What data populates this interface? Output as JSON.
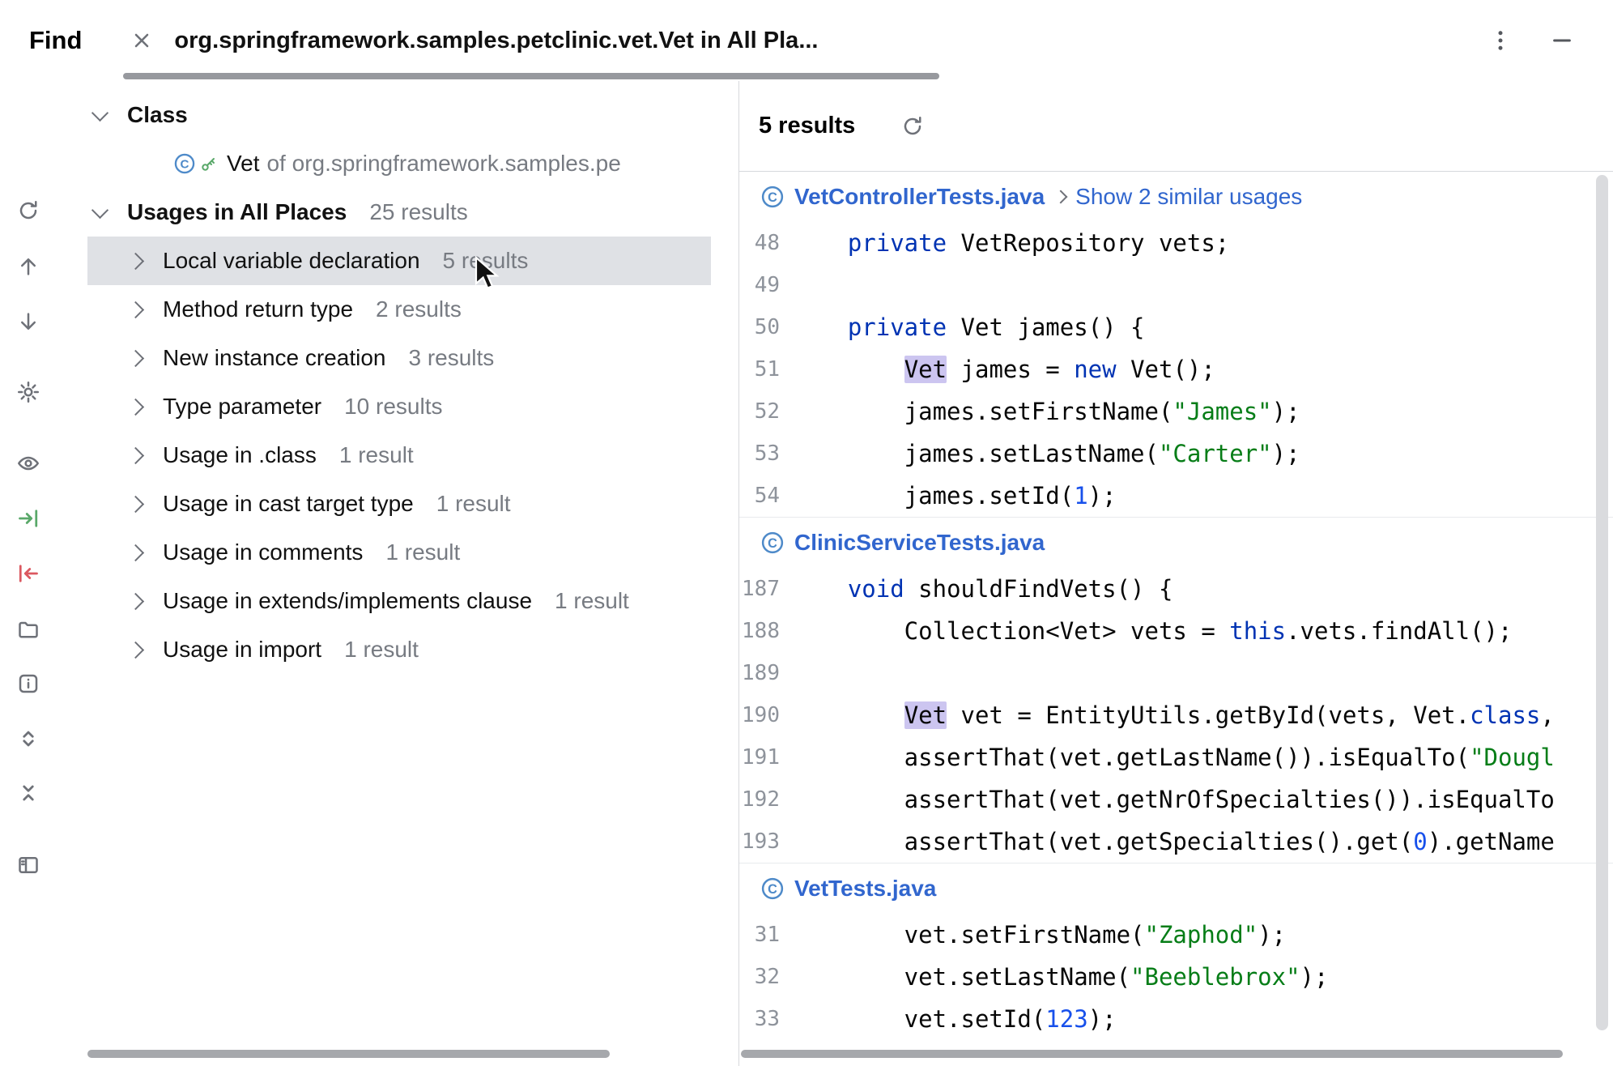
{
  "header": {
    "app_label": "Find",
    "tab_title": "org.springframework.samples.petclinic.vet.Vet in All Pla...",
    "icons": [
      "close-tab-icon",
      "more-options-icon",
      "minimize-icon"
    ]
  },
  "toolbar": {
    "icons": [
      "rerun-icon",
      "previous-occurrence-icon",
      "next-occurrence-icon",
      "settings-gear-icon",
      "preview-usages-eye-icon",
      "autoscroll-to-source-icon",
      "autoscroll-from-source-icon",
      "group-by-directory-icon",
      "show-usage-info-icon",
      "expand-all-icon",
      "collapse-all-icon",
      "dock-options-icon"
    ]
  },
  "tree": {
    "class_group_label": "Class",
    "class_item": {
      "name": "Vet",
      "qualifier": "of org.springframework.samples.pe",
      "icons": [
        "class-icon",
        "key-icon"
      ]
    },
    "usages_group_label": "Usages in All Places",
    "usages_group_count": "25 results",
    "items": [
      {
        "label": "Local variable declaration",
        "count": "5 results",
        "selected": true
      },
      {
        "label": "Method return type",
        "count": "2 results",
        "selected": false
      },
      {
        "label": "New instance creation",
        "count": "3 results",
        "selected": false
      },
      {
        "label": "Type parameter",
        "count": "10 results",
        "selected": false
      },
      {
        "label": "Usage in .class",
        "count": "1 result",
        "selected": false
      },
      {
        "label": "Usage in cast target type",
        "count": "1 result",
        "selected": false
      },
      {
        "label": "Usage in comments",
        "count": "1 result",
        "selected": false
      },
      {
        "label": "Usage in extends/implements clause",
        "count": "1 result",
        "selected": false
      },
      {
        "label": "Usage in import",
        "count": "1 result",
        "selected": false
      }
    ]
  },
  "preview": {
    "results_label": "5 results",
    "sections": [
      {
        "file": "VetControllerTests.java",
        "similar_link": "Show 2 similar usages",
        "lines": [
          {
            "num": "48",
            "segments": [
              [
                "    ",
                "p"
              ],
              [
                "private",
                "k"
              ],
              [
                " VetRepository vets;",
                "p"
              ]
            ]
          },
          {
            "num": "49",
            "segments": []
          },
          {
            "num": "50",
            "segments": [
              [
                "    ",
                "p"
              ],
              [
                "private",
                "k"
              ],
              [
                " Vet james() {",
                "p"
              ]
            ]
          },
          {
            "num": "51",
            "segments": [
              [
                "        ",
                "p"
              ],
              [
                "Vet",
                "h"
              ],
              [
                " james = ",
                "p"
              ],
              [
                "new",
                "k"
              ],
              [
                " Vet();",
                "p"
              ]
            ]
          },
          {
            "num": "52",
            "segments": [
              [
                "        james.setFirstName(",
                "p"
              ],
              [
                "\"James\"",
                "s"
              ],
              [
                ");",
                "p"
              ]
            ]
          },
          {
            "num": "53",
            "segments": [
              [
                "        james.setLastName(",
                "p"
              ],
              [
                "\"Carter\"",
                "s"
              ],
              [
                ");",
                "p"
              ]
            ]
          },
          {
            "num": "54",
            "segments": [
              [
                "        james.setId(",
                "p"
              ],
              [
                "1",
                "n"
              ],
              [
                ");",
                "p"
              ]
            ]
          }
        ]
      },
      {
        "file": "ClinicServiceTests.java",
        "similar_link": null,
        "lines": [
          {
            "num": "187",
            "segments": [
              [
                "    ",
                "p"
              ],
              [
                "void",
                "k"
              ],
              [
                " shouldFindVets() {",
                "p"
              ]
            ]
          },
          {
            "num": "188",
            "segments": [
              [
                "        Collection<Vet> vets = ",
                "p"
              ],
              [
                "this",
                "k"
              ],
              [
                ".vets.findAll();",
                "p"
              ]
            ]
          },
          {
            "num": "189",
            "segments": []
          },
          {
            "num": "190",
            "segments": [
              [
                "        ",
                "p"
              ],
              [
                "Vet",
                "h"
              ],
              [
                " vet = EntityUtils.getById(vets, Vet.",
                "p"
              ],
              [
                "class",
                "k"
              ],
              [
                ",",
                "p"
              ]
            ]
          },
          {
            "num": "191",
            "segments": [
              [
                "        assertThat(vet.getLastName()).isEqualTo(",
                "p"
              ],
              [
                "\"Dougl",
                "s"
              ]
            ]
          },
          {
            "num": "192",
            "segments": [
              [
                "        assertThat(vet.getNrOfSpecialties()).isEqualTo",
                "p"
              ]
            ]
          },
          {
            "num": "193",
            "segments": [
              [
                "        assertThat(vet.getSpecialties().get(",
                "p"
              ],
              [
                "0",
                "n"
              ],
              [
                ").getName",
                "p"
              ]
            ]
          }
        ]
      },
      {
        "file": "VetTests.java",
        "similar_link": null,
        "lines": [
          {
            "num": "31",
            "segments": [
              [
                "        vet.setFirstName(",
                "p"
              ],
              [
                "\"Zaphod\"",
                "s"
              ],
              [
                ");",
                "p"
              ]
            ]
          },
          {
            "num": "32",
            "segments": [
              [
                "        vet.setLastName(",
                "p"
              ],
              [
                "\"Beeblebrox\"",
                "s"
              ],
              [
                ");",
                "p"
              ]
            ]
          },
          {
            "num": "33",
            "segments": [
              [
                "        vet.setId(",
                "p"
              ],
              [
                "123",
                "n"
              ],
              [
                ");",
                "p"
              ]
            ]
          }
        ]
      }
    ]
  },
  "colors": {
    "keyword": "#0033B3",
    "string": "#067D17",
    "number": "#1750EB",
    "link": "#3166CE",
    "highlight": "#CCC5F0",
    "selection": "#DFE1E5",
    "class_blue": "#4E8AC9",
    "green": "#59A869",
    "red": "#DB5860",
    "icon": "#6E7178",
    "gutter": "#8E939B",
    "count": "#777B82",
    "divider": "#D6D8DC",
    "scrollbar_dark": "#97999E",
    "scrollbar_mid": "#A6A8AC",
    "scrollbar_light": "#DADBDE"
  }
}
